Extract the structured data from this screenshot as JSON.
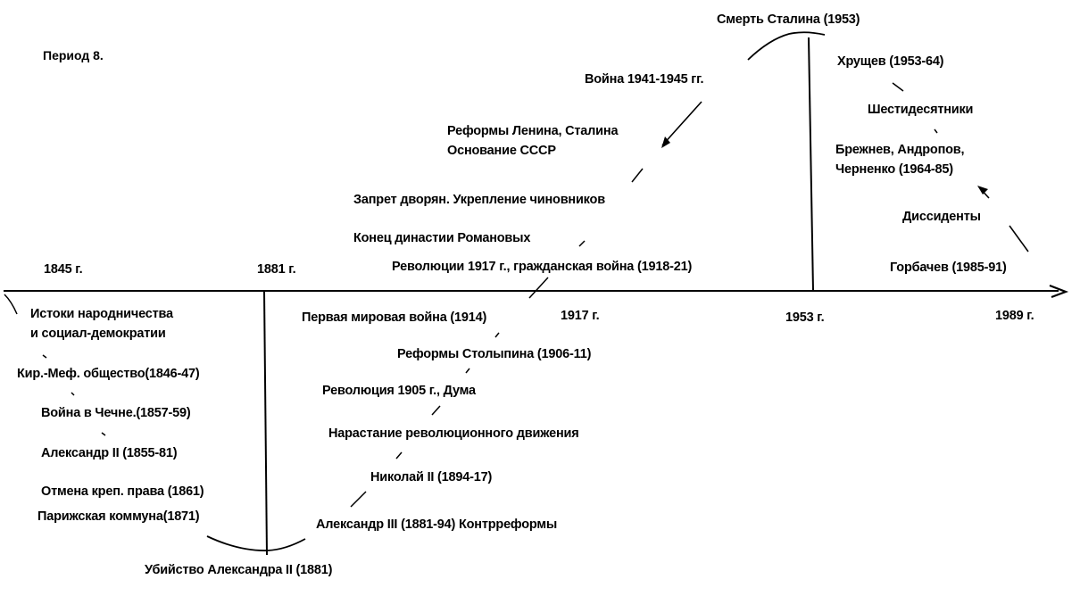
{
  "title": "Период 8.",
  "years": [
    "1845 г.",
    "1881 г.",
    "1917 г.",
    "1953 г.",
    "1989 г."
  ],
  "events": [
    "Истоки народничества",
    "и социал-демократии",
    "Кир.-Меф. общество(1846-47)",
    "Война в Чечне.(1857-59)",
    "Александр II (1855-81)",
    "Отмена креп. права (1861)",
    "Парижская коммуна(1871)",
    "Убийство Александра II (1881)",
    "Александр III (1881-94) Контрреформы",
    "Николай II (1894-17)",
    "Нарастание революционного движения",
    "Революция 1905 г., Дума",
    "Реформы Столыпина (1906-11)",
    "Первая мировая война (1914)",
    "Революции 1917 г., гражданская война (1918-21)",
    "Конец династии Романовых",
    "Запрет дворян. Укрепление чиновников",
    "Реформы Ленина, Сталина",
    "Основание СССР",
    "Война 1941-1945 гг.",
    "Смерть Сталина (1953)",
    "Хрущев (1953-64)",
    "Шестидесятники",
    "Брежнев, Андропов,",
    "Черненко (1964-85)",
    "Диссиденты",
    "Горбачев (1985-91)"
  ]
}
